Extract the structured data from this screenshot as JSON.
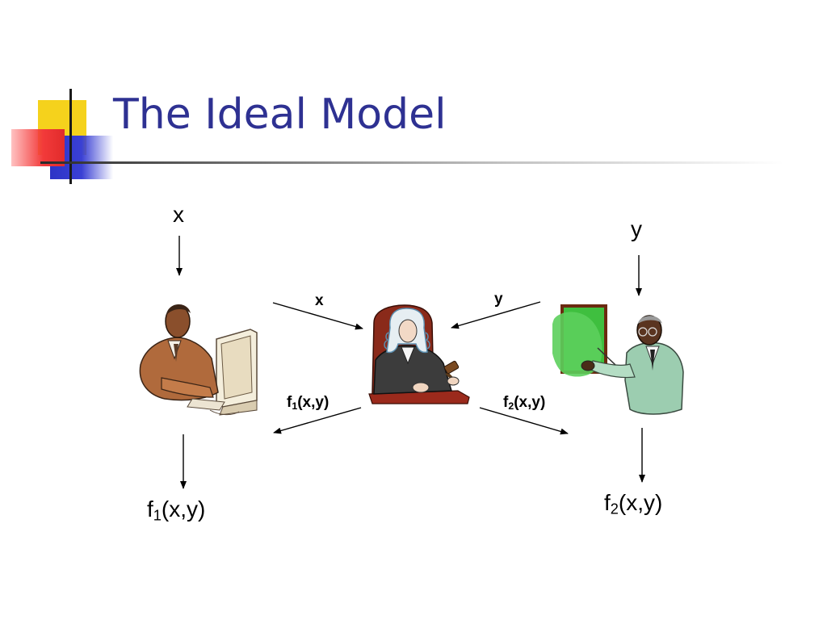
{
  "slide": {
    "title": "The Ideal Model"
  },
  "left_party": {
    "input_label": "x",
    "output_label": {
      "f": "f",
      "sub": "1",
      "args": "(x,y)"
    }
  },
  "right_party": {
    "input_label": "y",
    "output_label": {
      "f": "f",
      "sub": "2",
      "args": "(x,y)"
    }
  },
  "judge": {
    "in_left_label": "x",
    "in_right_label": "y",
    "out_left_label": {
      "f": "f",
      "sub": "1",
      "args": "(x,y)"
    },
    "out_right_label": {
      "f": "f",
      "sub": "2",
      "args": "(x,y)"
    }
  },
  "colors": {
    "title": "#2e3192",
    "deco_yellow": "#f5d21c",
    "deco_red": "#e12b2b",
    "deco_blue": "#2c34c6"
  },
  "icons": [
    "man-at-computer-icon",
    "judge-with-gavel-icon",
    "presenter-with-board-icon"
  ]
}
